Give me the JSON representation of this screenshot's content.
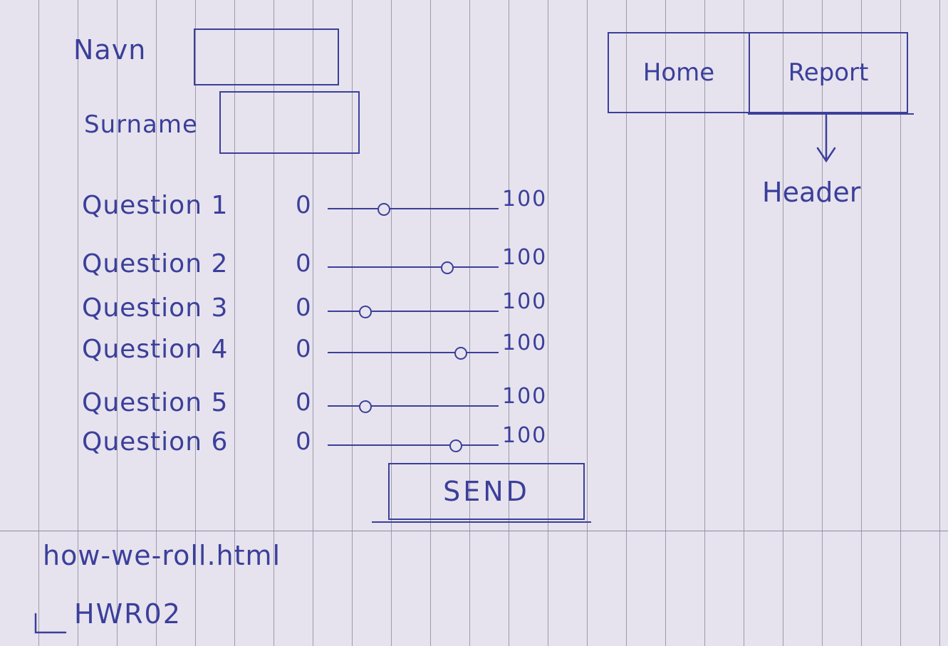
{
  "form": {
    "name_label": "Navn",
    "surname_label": "Surname",
    "name_value": "",
    "surname_value": ""
  },
  "questions": [
    {
      "label": "Question 1",
      "min": "0",
      "max": "100",
      "value": 0.33
    },
    {
      "label": "Question 2",
      "min": "0",
      "max": "100",
      "value": 0.7
    },
    {
      "label": "Question 3",
      "min": "0",
      "max": "100",
      "value": 0.22
    },
    {
      "label": "Question 4",
      "min": "0",
      "max": "100",
      "value": 0.78
    },
    {
      "label": "Question 5",
      "min": "0",
      "max": "100",
      "value": 0.22
    },
    {
      "label": "Question 6",
      "min": "0",
      "max": "100",
      "value": 0.75
    }
  ],
  "send_button": {
    "label": "SEND"
  },
  "header": {
    "tabs": [
      "Home",
      "Report"
    ],
    "annotation": "Header"
  },
  "notes": {
    "filename": "how-we-roll.html",
    "code": "HWR02"
  }
}
